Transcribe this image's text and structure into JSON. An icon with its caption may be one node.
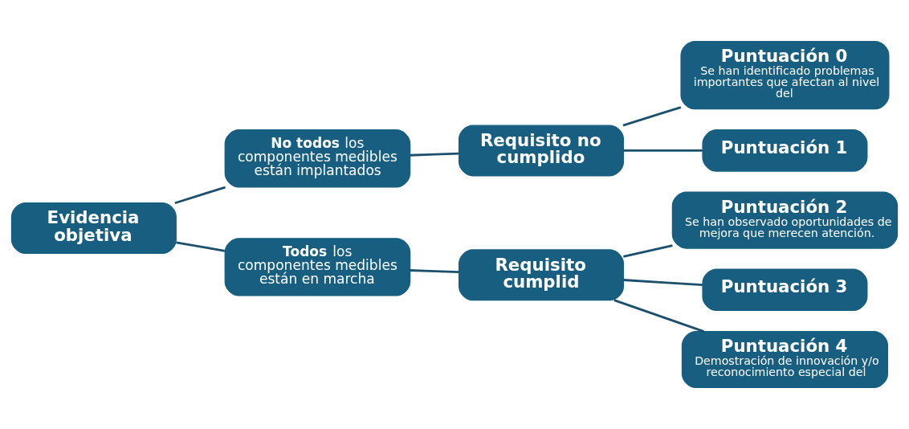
{
  "diagram": {
    "nodes": [
      {
        "text": [
          "Evidencia objetiva"
        ]
      },
      {
        "text": [
          "**No todos** los componentes medibles están implantados"
        ]
      },
      {
        "text": [
          "Requisito no cumplido"
        ]
      },
      {
        "text": [
          "Puntuación 0",
          "Se han identificado problemas importantes que afectan al nivel del"
        ]
      },
      {
        "text": [
          "Puntuación 1"
        ]
      },
      {
        "text": [
          "**Todos** los componentes medibles están en marcha"
        ]
      },
      {
        "text": [
          "Requisito cumplid"
        ]
      },
      {
        "text": [
          "Puntuación 2",
          "Se han observado oportunidades de mejora que merecen atención."
        ]
      },
      {
        "text": [
          "Puntuación 3"
        ]
      },
      {
        "text": [
          "Puntuación 4",
          "Demostración de innovación y/o reconocimiento especial del"
        ]
      }
    ],
    "edges": [
      {
        "from": 0,
        "to": 1,
        "arrow": "none"
      },
      {
        "from": 0,
        "to": 5,
        "arrow": "none"
      },
      {
        "from": 1,
        "to": 2,
        "arrow": "none"
      },
      {
        "from": 2,
        "to": 3,
        "arrow": "none"
      },
      {
        "from": 2,
        "to": 4,
        "arrow": "none"
      },
      {
        "from": 5,
        "to": 6,
        "arrow": "none"
      },
      {
        "from": 6,
        "to": 7,
        "arrow": "none"
      },
      {
        "from": 6,
        "to": 8,
        "arrow": "none"
      },
      {
        "from": 6,
        "to": 9,
        "arrow": "none"
      }
    ]
  }
}
